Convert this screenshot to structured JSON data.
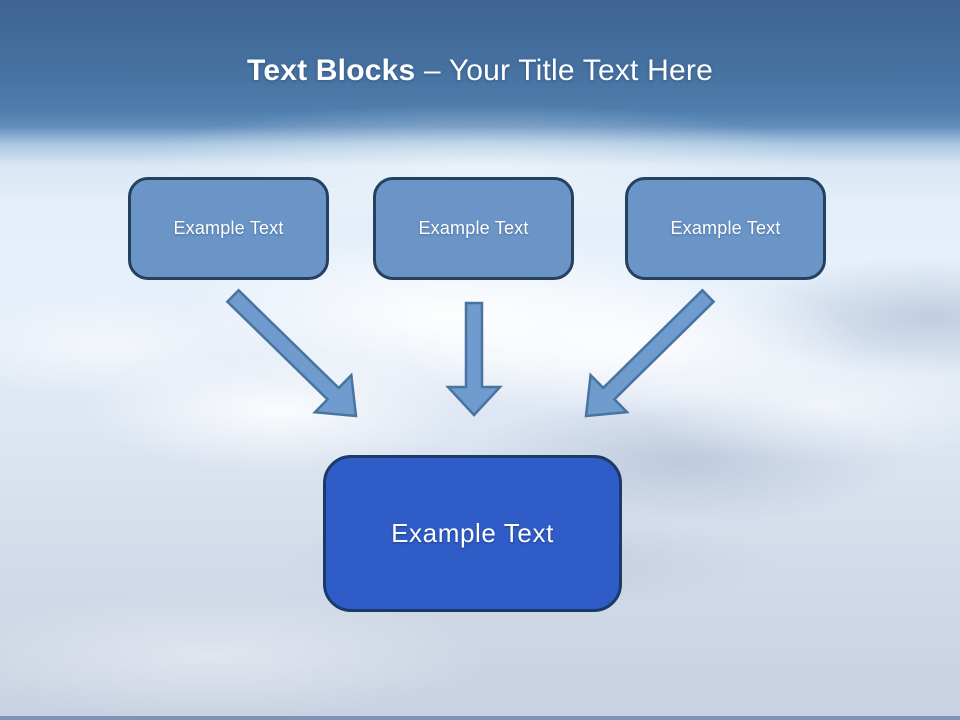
{
  "title": {
    "bold": "Text Blocks",
    "separator": " – ",
    "regular": "Your Title Text Here"
  },
  "blocks": [
    {
      "label": "Example Text"
    },
    {
      "label": "Example Text"
    },
    {
      "label": "Example Text"
    }
  ],
  "result": {
    "label": "Example Text"
  },
  "arrows": [
    {
      "name": "arrow-left-down-right",
      "direction": "down-right"
    },
    {
      "name": "arrow-middle-down",
      "direction": "down"
    },
    {
      "name": "arrow-right-down-left",
      "direction": "down-left"
    }
  ],
  "colors": {
    "header_top": "#3e6493",
    "header_mid": "#4e7cab",
    "sky_light": "#e7f0fa",
    "sky_bottom": "#c9d2e2",
    "top_box_fill": "#6b95c7",
    "top_box_border": "#24415f",
    "result_box_fill": "#2f5cc7",
    "result_box_border": "#1b3a66",
    "arrow_fill": "#6f9bce",
    "arrow_stroke": "#48749f",
    "title_text": "#ffffff",
    "box_text": "#ffffff"
  }
}
